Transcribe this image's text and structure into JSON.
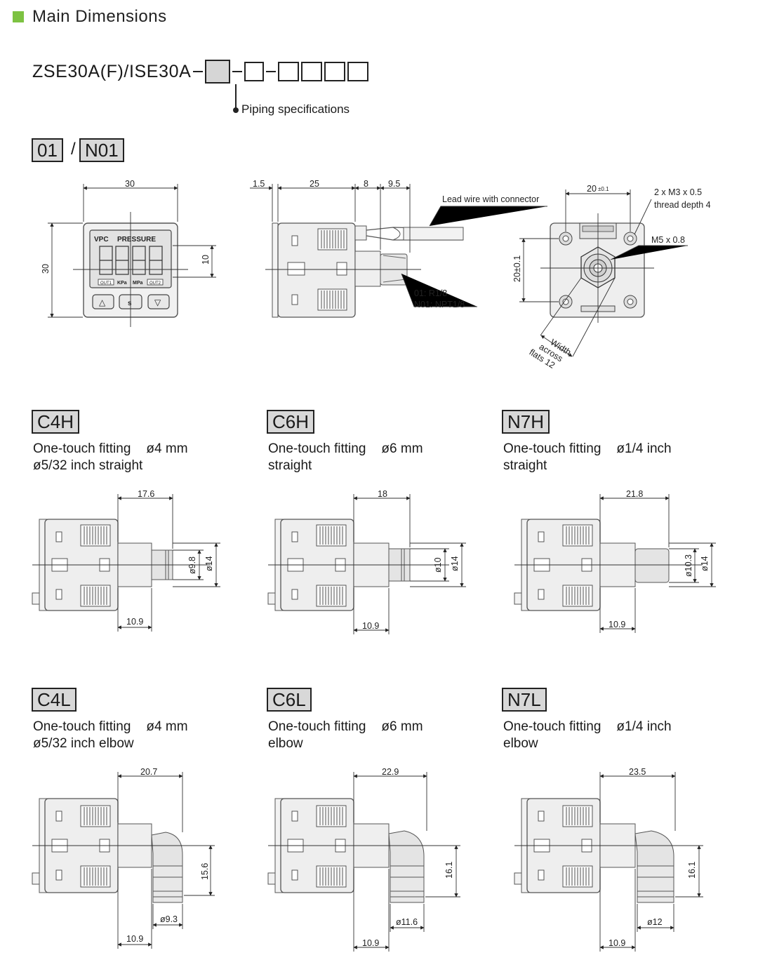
{
  "heading": {
    "title": "Main Dimensions",
    "accent_color": "#7dc242"
  },
  "model": {
    "prefix": "ZSE30A(F)/ISE30A",
    "piping_label": "Piping specifications"
  },
  "tags": {
    "t01": "01",
    "sep": "/",
    "tn01": "N01"
  },
  "front_view": {
    "brand": "VPC",
    "display_title": "PRESSURE",
    "labels": [
      "OUT1",
      "KPa",
      "MPa",
      "OUT2"
    ],
    "btn_left": "△",
    "btn_mid": "s",
    "btn_right": "▽",
    "dim_width": "30",
    "dim_height": "30",
    "dim_display": "10"
  },
  "side_view": {
    "dim_a": "1.5",
    "dim_b": "25",
    "dim_c": "8",
    "dim_d": "9.5",
    "lead_wire": "Lead wire with connector",
    "thread_01": "01: R1/8",
    "thread_n01": "N01: NPT1/8"
  },
  "rear_view": {
    "dim_top": "20",
    "dim_top_tol": "±0.1",
    "dim_side": "20±0.1",
    "m3_line1": "2 x M3 x 0.5",
    "m3_line2": "thread depth 4",
    "m5": "M5 x 0.8",
    "flats_1": "Width",
    "flats_2": "across",
    "flats_3": "flats 12"
  },
  "fittings": [
    {
      "code": "C4H",
      "desc1": "One-touch fitting",
      "size": "ø4 mm",
      "desc2": "ø5/32 inch straight",
      "dim_len": "17.6",
      "dim_in": "ø9.8",
      "dim_out": "ø14",
      "dim_base": "10.9"
    },
    {
      "code": "C6H",
      "desc1": "One-touch fitting",
      "size": "ø6 mm",
      "desc2": "straight",
      "dim_len": "18",
      "dim_in": "ø10",
      "dim_out": "ø14",
      "dim_base": "10.9"
    },
    {
      "code": "N7H",
      "desc1": "One-touch fitting",
      "size": "ø1/4 inch",
      "desc2": "straight",
      "dim_len": "21.8",
      "dim_in": "ø10.3",
      "dim_out": "ø14",
      "dim_base": "10.9"
    },
    {
      "code": "C4L",
      "desc1": "One-touch fitting",
      "size": "ø4 mm",
      "desc2": "ø5/32 inch elbow",
      "dim_len": "20.7",
      "dim_height": "15.6",
      "dim_dia": "ø9.3",
      "dim_base": "10.9"
    },
    {
      "code": "C6L",
      "desc1": "One-touch fitting",
      "size": "ø6 mm",
      "desc2": "elbow",
      "dim_len": "22.9",
      "dim_height": "16.1",
      "dim_dia": "ø11.6",
      "dim_base": "10.9"
    },
    {
      "code": "N7L",
      "desc1": "One-touch fitting",
      "size": "ø1/4 inch",
      "desc2": "elbow",
      "dim_len": "23.5",
      "dim_height": "16.1",
      "dim_dia": "ø12",
      "dim_base": "10.9"
    }
  ]
}
